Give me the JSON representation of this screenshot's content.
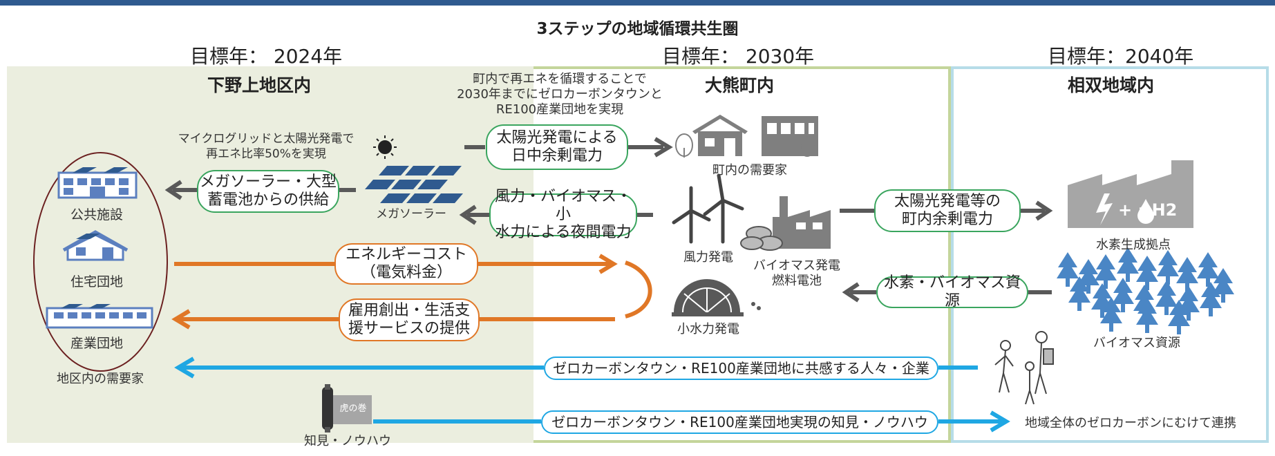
{
  "title": "3ステップの地域循環共生圏",
  "years": [
    "目標年： 2024年",
    "目標年： 2030年",
    "目標年：2040年"
  ],
  "panels": {
    "left": "下野上地区内",
    "middle": "大熊町内",
    "right": "相双地域内"
  },
  "notes": {
    "microgrid_line1": "マイクログリッドと太陽光発電で",
    "microgrid_line2": "再エネ比率50%を実現",
    "town_line1": "町内で再エネを循環することで",
    "town_line2": "2030年までにゼロカーボンタウンと",
    "town_line3": "RE100産業団地を実現"
  },
  "pills": {
    "solar_daytime_1": "太陽光発電による",
    "solar_daytime_2": "日中余剰電力",
    "megasolar_1": "メガソーラー・大型",
    "megasolar_2": "蓄電池からの供給",
    "wind_night_1": "風力・バイオマス・小",
    "wind_night_2": "水力による夜間電力",
    "solar_surplus_1": "太陽光発電等の",
    "solar_surplus_2": "町内余剰電力",
    "energy_cost_1": "エネルギーコスト",
    "energy_cost_2": "（電気料金）",
    "employment_1": "雇用創出・生活支",
    "employment_2": "援サービスの提供",
    "hydrogen": "水素・バイオマス資源",
    "sympathy": "ゼロカーボンタウン・RE100産業団地に共感する人々・企業",
    "knowhow": "ゼロカーボンタウン・RE100産業団地実現の知見・ノウハウ"
  },
  "labels": {
    "public": "公共施設",
    "housing": "住宅団地",
    "industrial": "産業団地",
    "district_demand": "地区内の需要家",
    "megasolar": "メガソーラー",
    "town_demand": "町内の需要家",
    "wind": "風力発電",
    "biomass_1": "バイオマス発電",
    "biomass_2": "燃料電池",
    "small_hydro": "小水力発電",
    "hydrogen_base": "水素生成拠点",
    "biomass_resource": "バイオマス資源",
    "knowledge": "知見・ノウハウ",
    "scroll": "虎の巻",
    "collaboration": "地域全体のゼロカーボンにむけて連携",
    "h2_formula": "+ =H2"
  },
  "colors": {
    "green_border": "#3aa55e",
    "orange": "#e07726",
    "blue": "#1fa7e3",
    "gray_arrow": "#595959",
    "icon_blue": "#5b7fbf",
    "tree_blue": "#4a86c5"
  }
}
